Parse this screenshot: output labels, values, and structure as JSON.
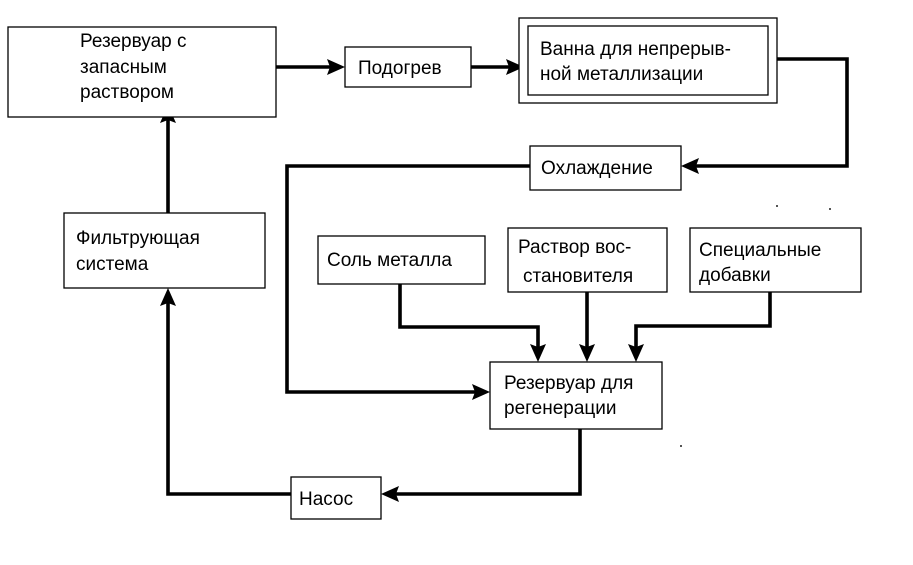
{
  "nodes": {
    "reservoir_stock": {
      "lines": [
        "Резервуар с",
        "запасным",
        "раствором"
      ]
    },
    "heating": {
      "lines": [
        "Подогрев"
      ]
    },
    "bath": {
      "lines": [
        "Ванна для непрерыв-",
        "ной металлизации"
      ]
    },
    "cooling": {
      "lines": [
        "Охлаждение"
      ]
    },
    "filter": {
      "lines": [
        "Фильтрующая",
        "система"
      ]
    },
    "metal_salt": {
      "lines": [
        "Соль металла"
      ]
    },
    "reducer": {
      "lines": [
        "Раствор вос-",
        "становителя"
      ]
    },
    "additives": {
      "lines": [
        "Специальные",
        "добавки"
      ]
    },
    "regen": {
      "lines": [
        "Резервуар для",
        "регенерации"
      ]
    },
    "pump": {
      "lines": [
        "Насос"
      ]
    }
  },
  "edges": [
    {
      "from": "reservoir_stock",
      "to": "heating"
    },
    {
      "from": "heating",
      "to": "bath"
    },
    {
      "from": "bath",
      "to": "cooling"
    },
    {
      "from": "cooling",
      "to": "regen"
    },
    {
      "from": "metal_salt",
      "to": "regen"
    },
    {
      "from": "reducer",
      "to": "regen"
    },
    {
      "from": "additives",
      "to": "regen"
    },
    {
      "from": "regen",
      "to": "pump"
    },
    {
      "from": "pump",
      "to": "filter"
    },
    {
      "from": "filter",
      "to": "reservoir_stock"
    }
  ]
}
